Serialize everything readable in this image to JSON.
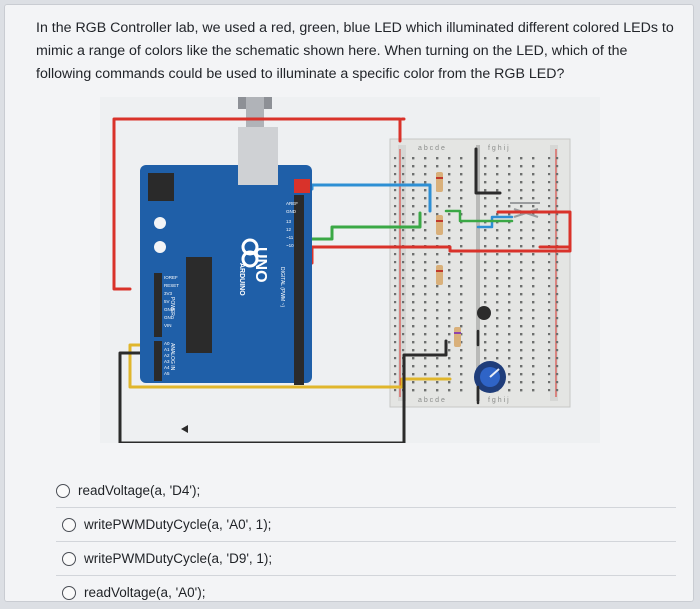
{
  "question": {
    "text": "In the RGB Controller lab, we used a red, green, blue LED which illuminated different colored LEDs to mimic a range of colors like the schematic shown here. When turning on the LED, which of the following commands could be used to illuminate a specific color from the RGB LED?"
  },
  "figure": {
    "board": {
      "name": "UNO",
      "brand": "ARDUINO",
      "power_label": "POWER",
      "analog_label": "ANALOG IN",
      "digital_label": "DIGITAL (PWM ~)",
      "aref": "AREF",
      "gnd": "GND",
      "pins": [
        "13",
        "12",
        "~11",
        "~10"
      ],
      "left_pins": [
        "IOREF",
        "RESET",
        "3V3",
        "5V",
        "GND",
        "GND",
        "VIN"
      ],
      "analog_pins": [
        "A0",
        "A1",
        "A2",
        "A3",
        "A4",
        "A5"
      ]
    },
    "breadboard": {
      "col_labels_left": "a b c d e",
      "col_labels_right": "f g h i j"
    },
    "colors": {
      "board": "#1f5fa8",
      "wire_red": "#d9322a",
      "wire_green": "#3aa845",
      "wire_blue": "#2d8fd4",
      "wire_yellow": "#e0b62c",
      "wire_black": "#2b2b2b"
    }
  },
  "options": [
    {
      "label": "readVoltage(a, 'D4');"
    },
    {
      "label": "writePWMDutyCycle(a, 'A0', 1);"
    },
    {
      "label": "writePWMDutyCycle(a, 'D9', 1);"
    },
    {
      "label": "readVoltage(a, 'A0');"
    }
  ]
}
